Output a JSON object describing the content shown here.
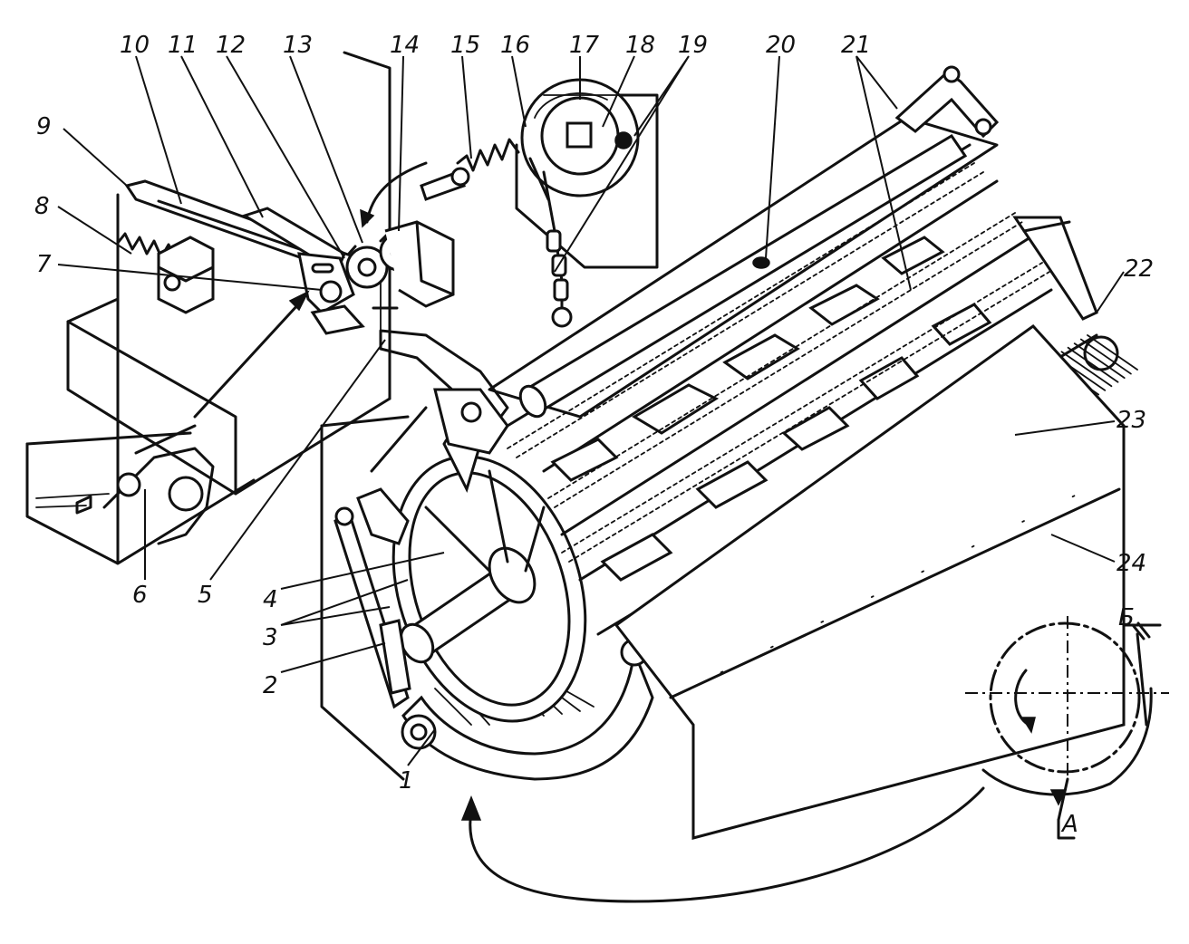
{
  "callouts": [
    {
      "id": "1",
      "text": "1"
    },
    {
      "id": "2",
      "text": "2"
    },
    {
      "id": "3",
      "text": "3"
    },
    {
      "id": "4",
      "text": "4"
    },
    {
      "id": "5",
      "text": "5"
    },
    {
      "id": "6",
      "text": "6"
    },
    {
      "id": "7",
      "text": "7"
    },
    {
      "id": "8",
      "text": "8"
    },
    {
      "id": "9",
      "text": "9"
    },
    {
      "id": "10",
      "text": "10"
    },
    {
      "id": "11",
      "text": "11"
    },
    {
      "id": "12",
      "text": "12"
    },
    {
      "id": "13",
      "text": "13"
    },
    {
      "id": "14",
      "text": "14"
    },
    {
      "id": "15",
      "text": "15"
    },
    {
      "id": "16",
      "text": "16"
    },
    {
      "id": "17",
      "text": "17"
    },
    {
      "id": "18",
      "text": "18"
    },
    {
      "id": "19",
      "text": "19"
    },
    {
      "id": "20",
      "text": "20"
    },
    {
      "id": "21",
      "text": "21"
    },
    {
      "id": "22",
      "text": "22"
    },
    {
      "id": "23",
      "text": "23"
    },
    {
      "id": "24",
      "text": "24"
    }
  ],
  "view_markers": {
    "a": "А",
    "b": "Б"
  }
}
